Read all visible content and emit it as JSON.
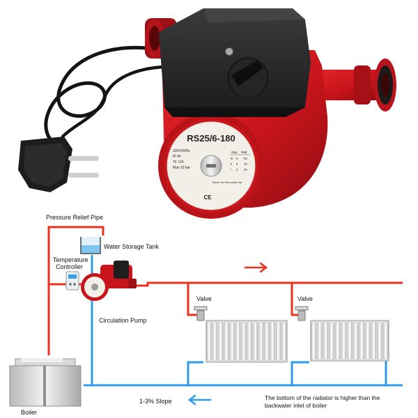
{
  "product": {
    "model": "RS25/6-180",
    "specs": [
      "220V/50Hz",
      "IP 44",
      "TF 110",
      "Max 10 bar"
    ],
    "table_header": [
      "Step",
      "Watt"
    ],
    "table_rows": [
      [
        "III",
        "6",
        "93"
      ],
      [
        "II",
        "5",
        "75"
      ],
      [
        "I",
        "3",
        "46"
      ]
    ],
    "warning": "Never run the pump dry",
    "ce_mark": "CE",
    "colors": {
      "body": "#c8151b",
      "control_box": "#2a2a2a",
      "label_plate": "#f2efe9"
    }
  },
  "diagram": {
    "labels": {
      "pressure_relief_pipe": "Pressure Relief Pipe",
      "water_storage_tank": "Water Storage Tank",
      "temperature_controller_line1": "Temperature",
      "temperature_controller_line2": "Controller",
      "circulation_pump": "Circulation Pump",
      "valve_left": "Valve",
      "valve_right": "Valve",
      "boiler": "Boiler",
      "slope": "1-3% Slope",
      "note_line1": "The bottom of the radiator is higher than the",
      "note_line2": "backwater inlet of boiler"
    },
    "colors": {
      "hot_pipe": "#e8321e",
      "return_pipe": "#2f9bea",
      "arrow_hot": "#e8321e",
      "arrow_return": "#2f9bea"
    }
  }
}
